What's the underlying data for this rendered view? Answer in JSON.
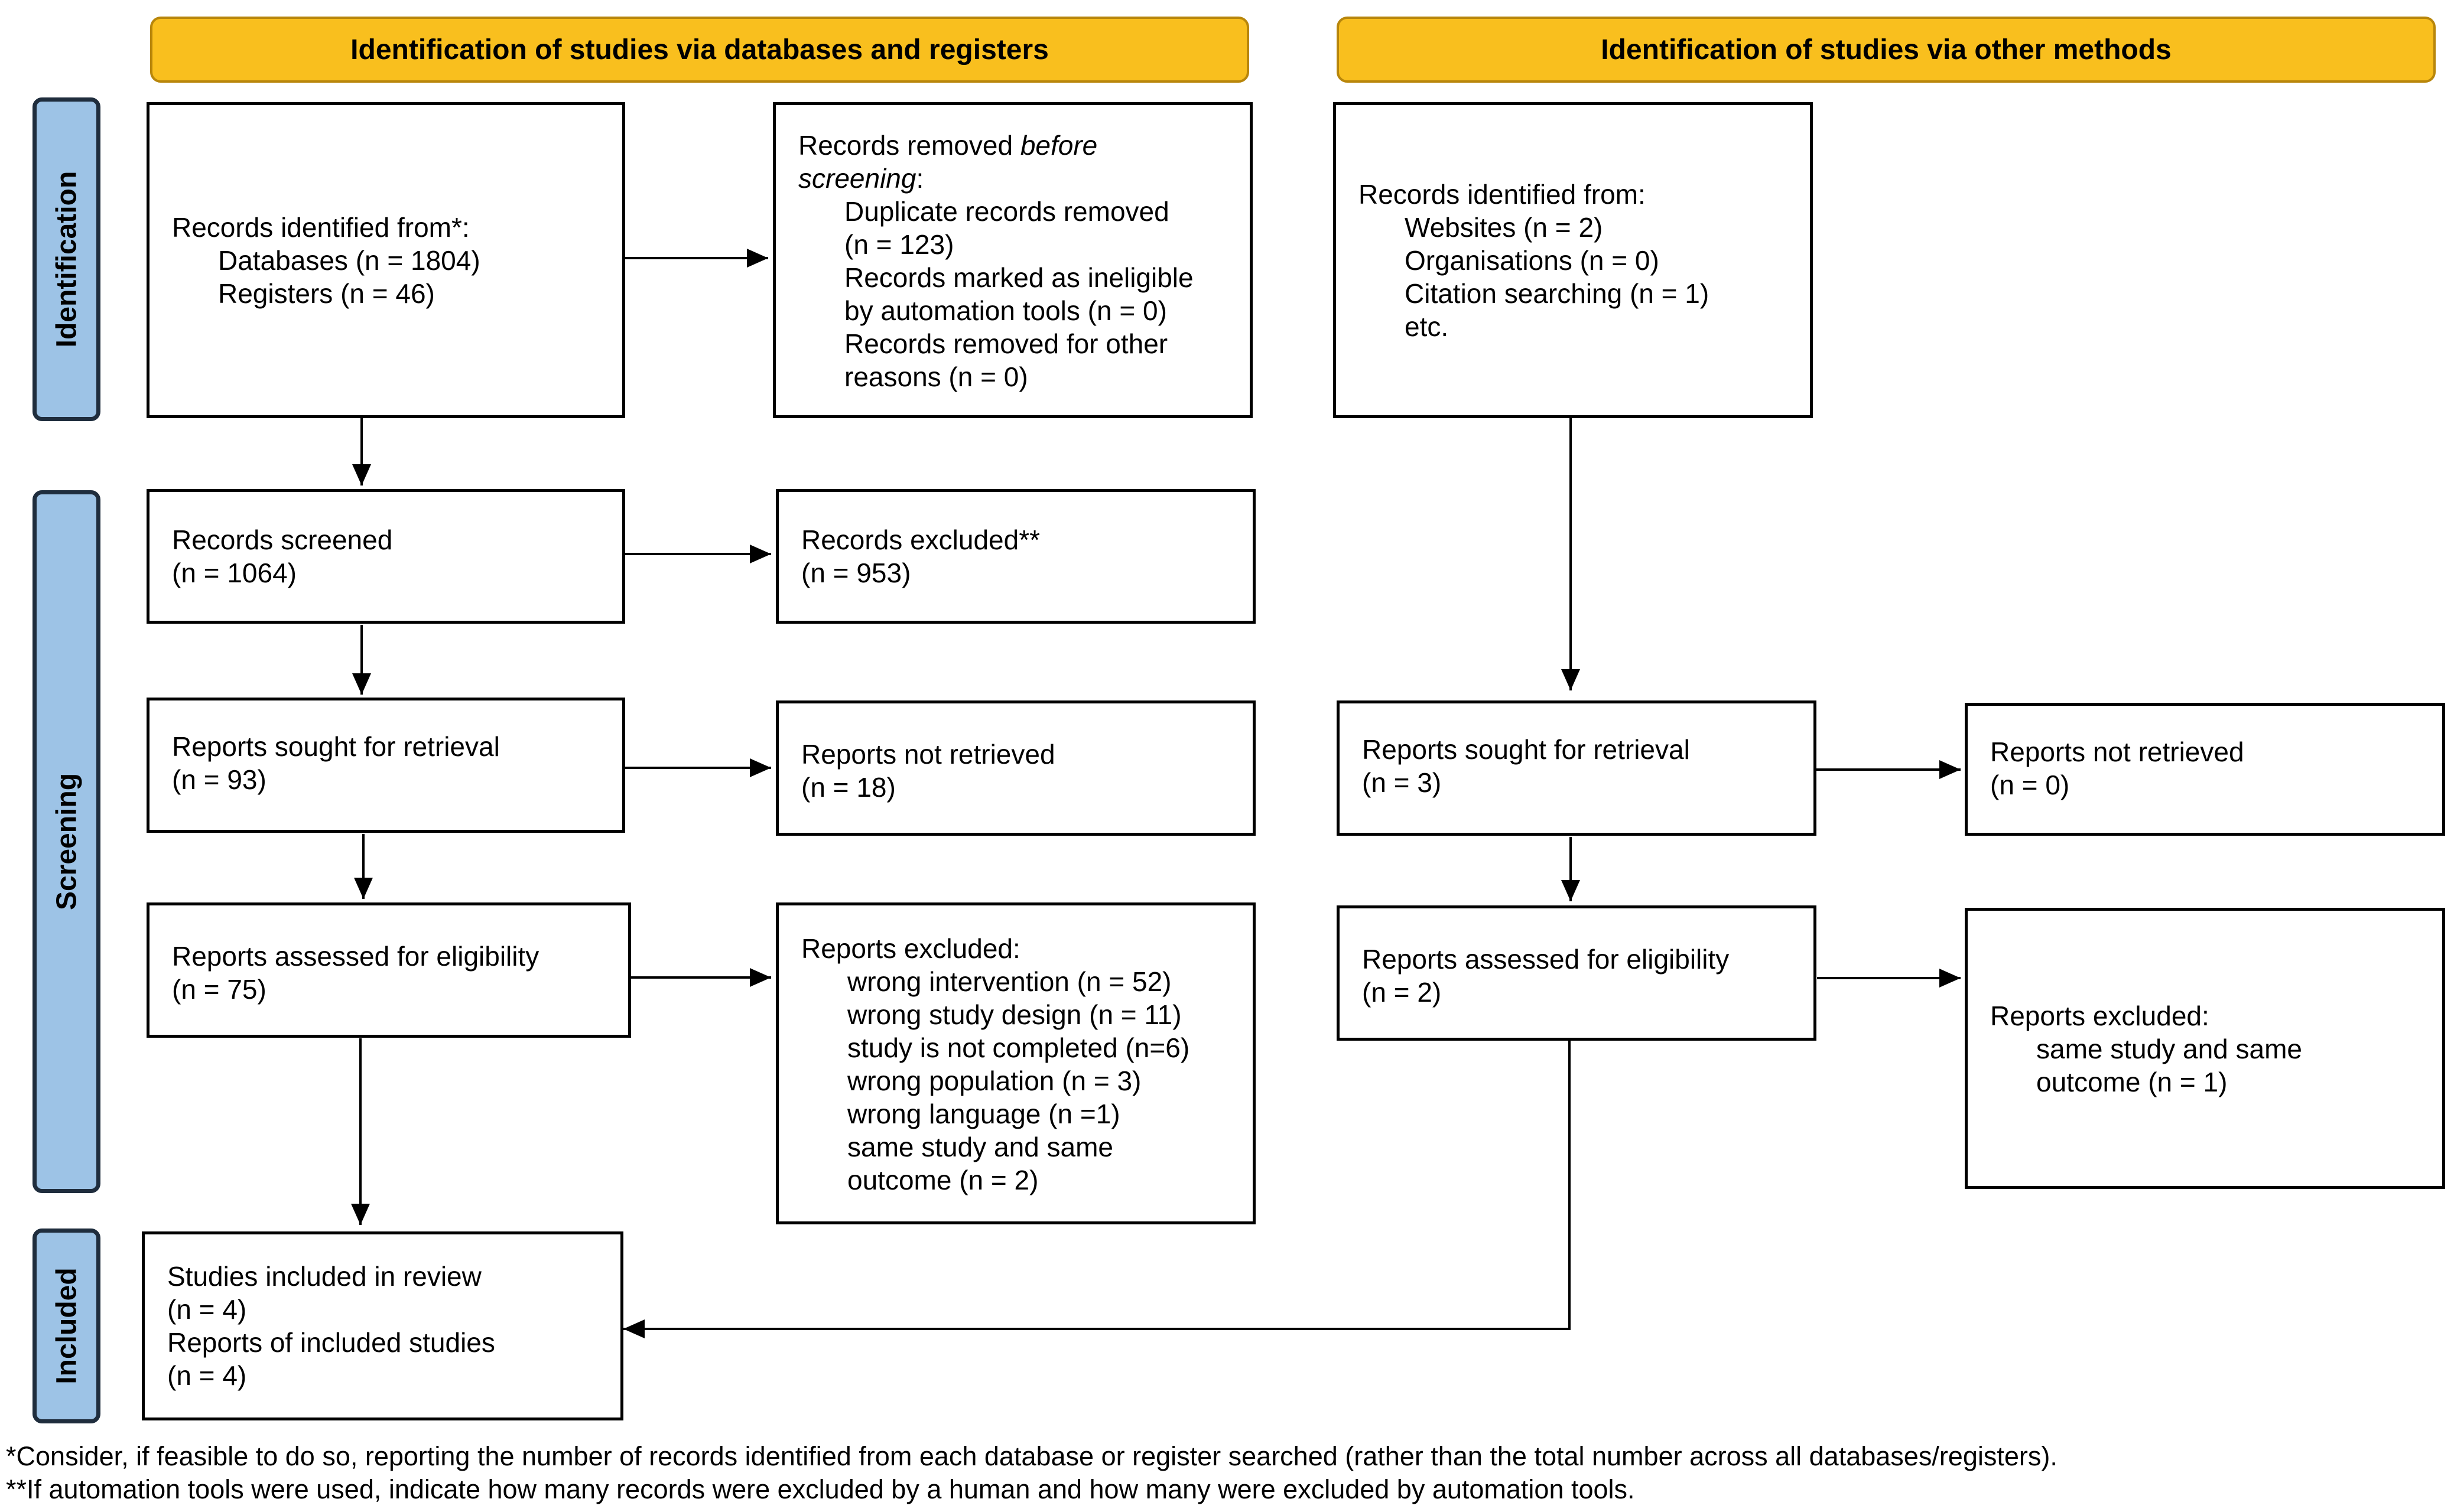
{
  "headers": {
    "databases": "Identification of studies via databases and registers",
    "other": "Identification of studies via other methods"
  },
  "phases": {
    "identification": "Identification",
    "screening": "Screening",
    "included": "Included"
  },
  "db": {
    "identified": {
      "title": "Records identified from*:",
      "databases": "Databases (n = 1804)",
      "registers": "Registers (n = 46)"
    },
    "removed": {
      "title_plain": "Records removed ",
      "title_italic_1": "before",
      "title_italic_2": "screening",
      "title_colon": ":",
      "items": [
        "Duplicate records removed",
        "(n = 123)",
        "Records marked as ineligible",
        "by automation tools (n = 0)",
        "Records removed for other",
        "reasons (n = 0)"
      ]
    },
    "screened": {
      "title": "Records screened",
      "count": "(n = 1064)"
    },
    "excluded": {
      "title": "Records excluded**",
      "count": "(n = 953)"
    },
    "sought": {
      "title": "Reports sought for retrieval",
      "count": "(n = 93)"
    },
    "not_retrieved": {
      "title": "Reports not retrieved",
      "count": "(n = 18)"
    },
    "assessed": {
      "title": "Reports assessed for eligibility",
      "count": "(n = 75)"
    },
    "reports_excluded": {
      "title": "Reports excluded:",
      "items": [
        "wrong intervention (n = 52)",
        "wrong study design (n = 11)",
        "study is not completed (n=6)",
        "wrong population (n = 3)",
        "wrong language (n =1)",
        "same study and same",
        "outcome (n = 2)"
      ]
    },
    "included": {
      "studies": "Studies included in review",
      "studies_count": "(n = 4)",
      "reports": "Reports of included studies",
      "reports_count": "(n = 4)"
    }
  },
  "other": {
    "identified": {
      "title": "Records identified from:",
      "items": [
        "Websites (n = 2)",
        "Organisations (n = 0)",
        "Citation searching (n = 1)",
        "etc."
      ]
    },
    "sought": {
      "title": "Reports sought for retrieval",
      "count": "(n = 3)"
    },
    "not_retrieved": {
      "title": "Reports not retrieved",
      "count": "(n = 0)"
    },
    "assessed": {
      "title": "Reports assessed for eligibility",
      "count": "(n = 2)"
    },
    "reports_excluded": {
      "title": "Reports excluded:",
      "items": [
        "same study and same",
        "outcome (n = 1)"
      ]
    }
  },
  "footnotes": [
    "*Consider, if feasible to do so, reporting the number of records identified from each database or register searched (rather than the total number across all databases/registers).",
    "**If automation tools were used, indicate how many records were excluded by a human and how many were excluded by automation tools."
  ],
  "colors": {
    "header_fill": "#f9bf1e",
    "phase_fill": "#9dc3e6",
    "line": "#000000"
  }
}
